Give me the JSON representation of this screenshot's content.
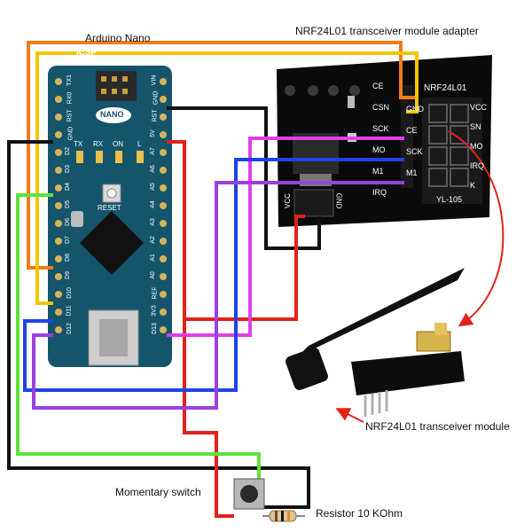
{
  "labels": {
    "arduino_nano": "Arduino Nano",
    "adapter": "NRF24L01 transceiver module adapter",
    "transceiver": "NRF24L01 transceiver module",
    "switch": "Momentary switch",
    "resistor": "Resistor 10 KOhm"
  },
  "nano_board": {
    "icsp": "ICSP",
    "logo": "NANO",
    "tx": "TX",
    "rx": "RX",
    "on": "ON",
    "l": "L",
    "reset": "RESET",
    "left_pins": [
      "TX1",
      "RX0",
      "RST",
      "GND",
      "D2",
      "D3",
      "D4",
      "D5",
      "D6",
      "D7",
      "D8",
      "D9",
      "D10",
      "D11",
      "D12"
    ],
    "right_pins": [
      "VIN",
      "GND",
      "RST",
      "5V",
      "A7",
      "A6",
      "A5",
      "A4",
      "A3",
      "A2",
      "A1",
      "A0",
      "REF",
      "3V3",
      "D13"
    ]
  },
  "adapter_board": {
    "title": "NRF24L01",
    "model": "YL-105",
    "vcc": "VCC",
    "gnd": "GND",
    "pins_left": [
      "CE",
      "CSN",
      "SCK",
      "MO",
      "M1",
      "IRQ"
    ],
    "pins_right_labels": [
      "GND",
      "CE",
      "SCK",
      "M1"
    ],
    "pins_far": [
      "VCC",
      "SN",
      "MO",
      "IRQ",
      "K"
    ]
  },
  "colors": {
    "board_blue": "#14556c",
    "board_black": "#0a0a0a",
    "wire_orange": "#f27b1a",
    "wire_yellow": "#f6c400",
    "wire_black": "#111111",
    "wire_red": "#e32119",
    "wire_magenta": "#e040e8",
    "wire_blue": "#1f43e6",
    "wire_purple": "#9b3fe0",
    "wire_green": "#5ee13a",
    "arrow_red": "#e32119"
  }
}
